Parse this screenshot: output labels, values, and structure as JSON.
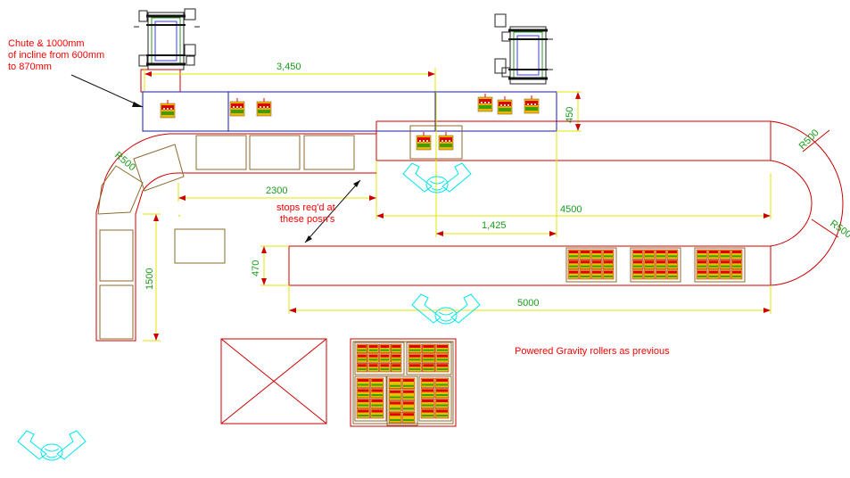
{
  "notes": {
    "chute_line1": "Chute & 1000mm",
    "chute_line2": "of incline from 600mm",
    "chute_line3": "to 870mm",
    "stops_line1": "stops req'd at",
    "stops_line2": "these posn's",
    "powered": "Powered Gravity rollers as previous"
  },
  "dimensions": {
    "d3450": "3,450",
    "d450": "450",
    "d2300": "2300",
    "d4500": "4500",
    "d1425": "1,425",
    "d470": "470",
    "d5000": "5000",
    "d1500": "1500",
    "r500_a": "R500",
    "r500_b": "R500",
    "r500_c": "R500"
  },
  "colors": {
    "conveyor": "#cc0000",
    "blue_conveyor": "#1a1aa8",
    "dimension_line": "#e6e600",
    "dimension_text": "#1a9a1a",
    "note_text": "#ff0000",
    "operator": "#00e5ee",
    "box": "#8b6b2e"
  }
}
